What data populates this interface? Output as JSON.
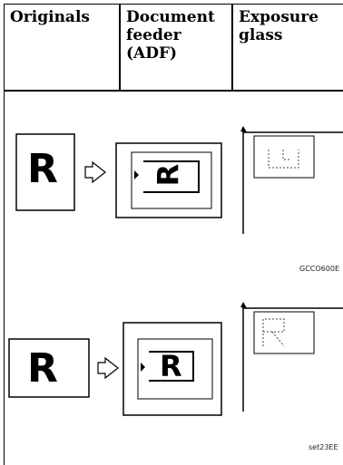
{
  "headers": {
    "originals": "Originals",
    "document_feeder": "Document\nfeeder\n(ADF)",
    "exposure_glass": "Exposure\nglass"
  },
  "figures": [
    {
      "letter": "R",
      "code": "GCCO600E"
    },
    {
      "letter": "R",
      "code": "set23EE"
    }
  ]
}
